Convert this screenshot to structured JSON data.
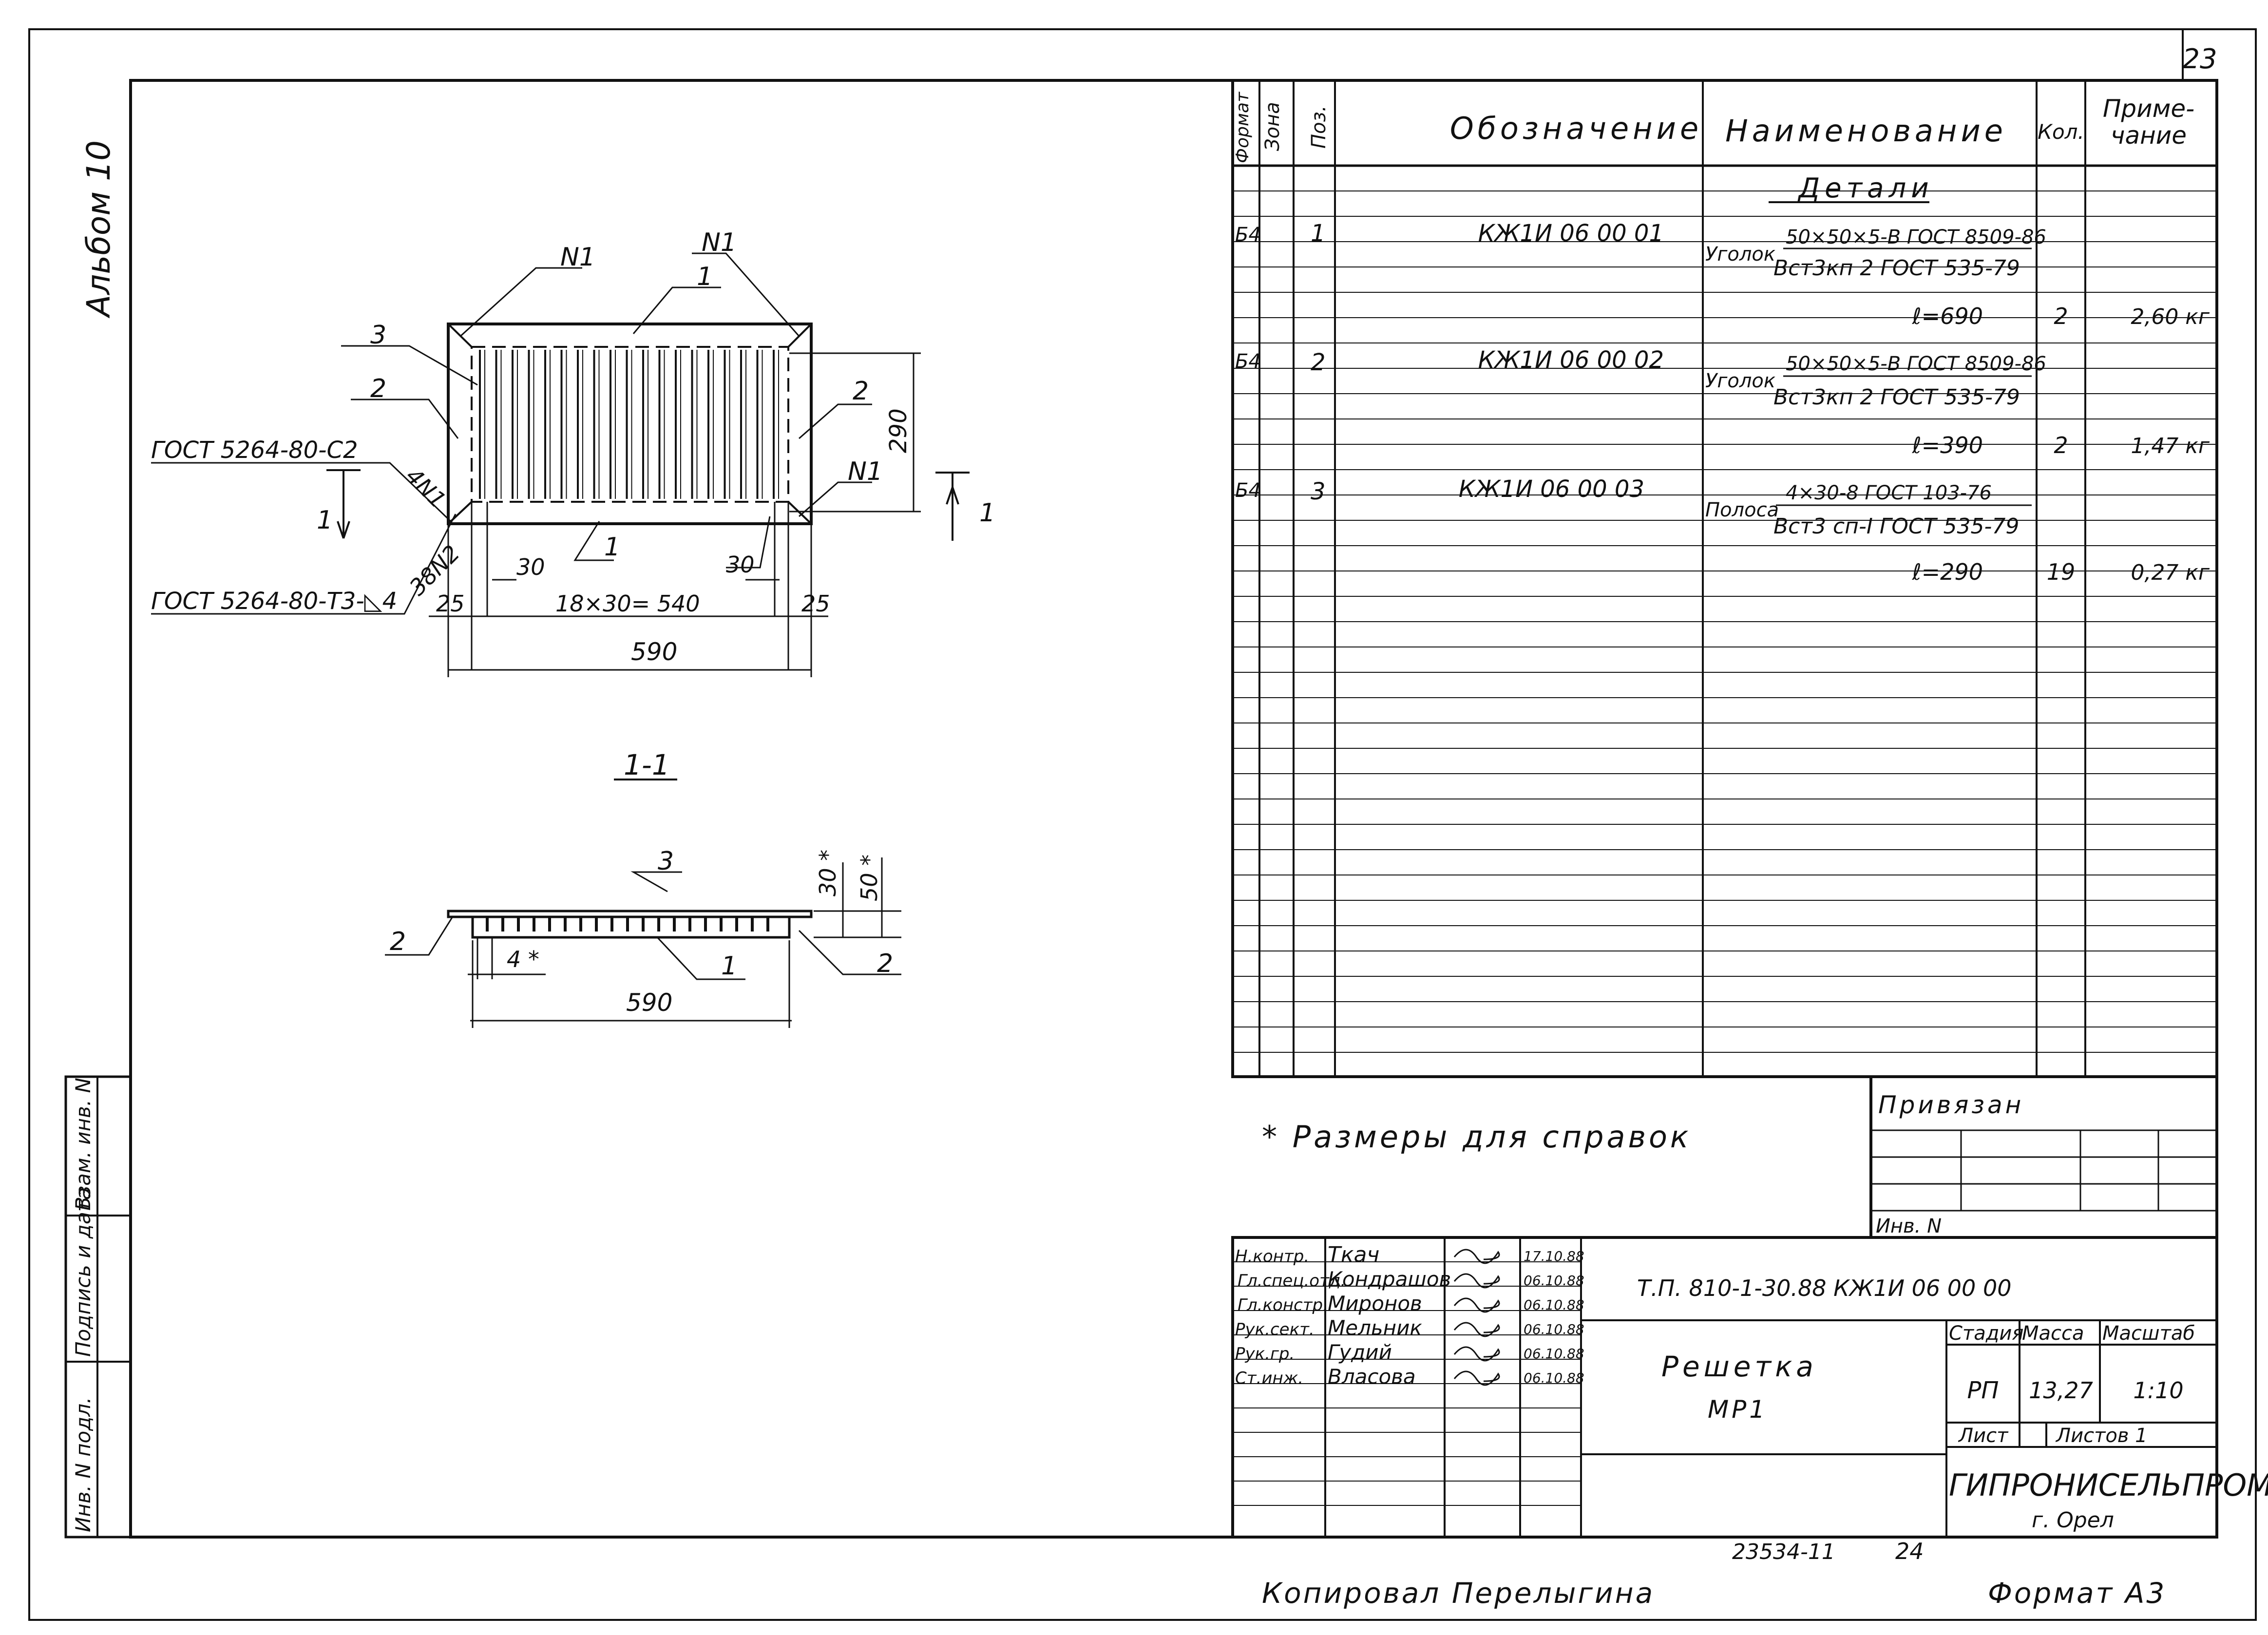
{
  "sheet_number": "23",
  "album": "Альбом 10",
  "drawing": {
    "plan": {
      "labels": [
        "N1",
        "N1",
        "1",
        "3",
        "2",
        "2",
        "N1",
        "4N1",
        "38N2",
        "1",
        "30",
        "30"
      ],
      "gost_weld_1": "ГОСТ 5264-80-С2",
      "gost_weld_2": "ГОСТ 5264-80-Т3-◺4",
      "dim_height": "290",
      "dim_left": "25",
      "dim_right": "25",
      "dim_pitch": "18×30= 540",
      "dim_total": "590",
      "section_mark_left": "1",
      "section_mark_right": "1"
    },
    "section": {
      "title": "1-1",
      "labels": [
        "3",
        "2",
        "1",
        "2"
      ],
      "dim_30": "30 *",
      "dim_50": "50 *",
      "dim_4": "4 *",
      "dim_total": "590"
    }
  },
  "spec": {
    "headers": {
      "format": "Формат",
      "zone": "Зона",
      "pos": "Поз.",
      "designation": "Обозначение",
      "name": "Наименование",
      "qty": "Кол.",
      "note_1": "Приме-",
      "note_2": "чание"
    },
    "section_title": "Детали",
    "items": [
      {
        "format": "Б4",
        "pos": "1",
        "designation": "КЖ1И 06 00 01",
        "prefix": "Уголок",
        "top": "50×50×5-В ГОСТ 8509-86",
        "bottom": "Вст3кп 2 ГОСТ 535-79",
        "length": "ℓ=690",
        "qty": "2",
        "note": "2,60 кг"
      },
      {
        "format": "Б4",
        "pos": "2",
        "designation": "КЖ1И 06 00 02",
        "prefix": "Уголок",
        "top": "50×50×5-В ГОСТ 8509-86",
        "bottom": "Вст3кп 2 ГОСТ 535-79",
        "length": "ℓ=390",
        "qty": "2",
        "note": "1,47 кг"
      },
      {
        "format": "Б4",
        "pos": "3",
        "designation": "КЖ1И 06 00 03",
        "prefix": "Полоса",
        "top": "4×30-8 ГОСТ 103-76",
        "bottom": "Вст3 сп-I ГОСТ 535-79",
        "length": "ℓ=290",
        "qty": "19",
        "note": "0,27 кг"
      }
    ]
  },
  "footnote": "* Размеры для справок",
  "binding": {
    "title": "Привязан",
    "inv": "Инв. N"
  },
  "side_stamp": [
    "Инв. N подл.",
    "Подпись и дата",
    "Взам. инв. N"
  ],
  "title_block": {
    "roles": [
      {
        "role": "Н.контр.",
        "name": "Ткач",
        "date": "17.10.88"
      },
      {
        "role": "Гл.спец.отд.",
        "name": "Кондрашов",
        "date": "06.10.88"
      },
      {
        "role": "Гл.констр.",
        "name": "Миронов",
        "date": "06.10.88"
      },
      {
        "role": "Рук.сект.",
        "name": "Мельник",
        "date": "06.10.88"
      },
      {
        "role": "Рук.гр.",
        "name": "Гудий",
        "date": "06.10.88"
      },
      {
        "role": "Ст.инж.",
        "name": "Власова",
        "date": "06.10.88"
      }
    ],
    "code": "Т.П. 810-1-30.88  КЖ1И 06 00 00",
    "title_1": "Решетка",
    "title_2": "МР1",
    "stage_label": "Стадия",
    "mass_label": "Масса",
    "scale_label": "Масштаб",
    "stage": "РП",
    "mass": "13,27",
    "scale": "1:10",
    "sheet_label": "Лист",
    "sheets_label": "Листов 1",
    "org": "ГИПРОНИСЕЛЬПРОМ",
    "city": "г. Орел"
  },
  "bottom": {
    "order": "23534-11",
    "page": "24",
    "copied": "Копировал Перелыгина",
    "format": "Формат А3"
  }
}
